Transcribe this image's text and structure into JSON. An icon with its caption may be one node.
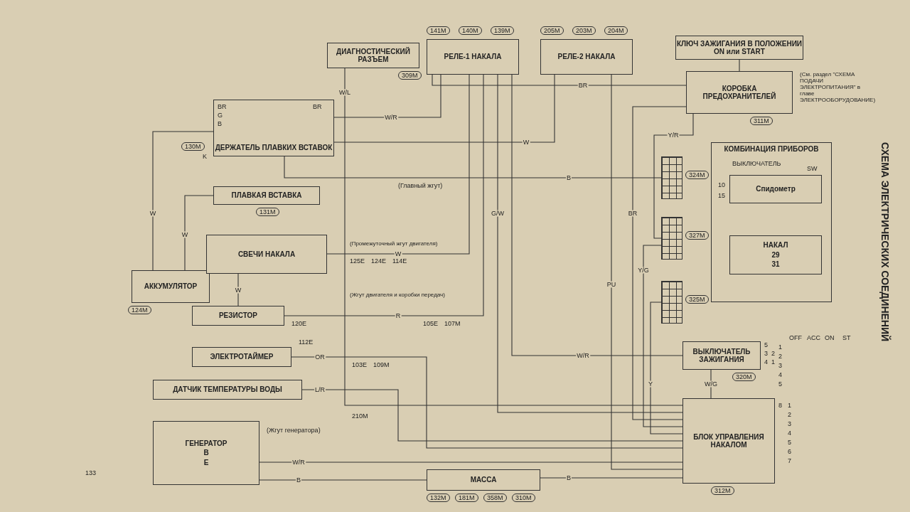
{
  "diagram": {
    "title": "СХЕМА ЭЛЕКТРИЧЕСКИХ СОЕДИНЕНИЙ",
    "nodes": [
      {
        "text": [
          "ДИАГНОСТИЧЕСКИЙ РАЗЪЕМ"
        ],
        "beside": [
          "309M"
        ]
      },
      {
        "text": [
          "РЕЛЕ-1 НАКАЛА"
        ],
        "beside": [
          "141M",
          "140M",
          "139M"
        ]
      },
      {
        "text": [
          "РЕЛЕ-2 НАКАЛА"
        ],
        "beside": [
          "205M",
          "203M",
          "204M"
        ]
      },
      {
        "text": [
          "КЛЮЧ ЗАЖИГАНИЯ В ПОЛОЖЕНИИ ON или START"
        ]
      },
      {
        "text": [
          "КОРОБКА ПРЕДОХРАНИТЕЛЕЙ"
        ],
        "beside": [
          "311M"
        ]
      },
      {
        "text": [
          "ДЕРЖАТЕЛЬ ПЛАВКИХ ВСТАВОК"
        ],
        "beside": [
          "130M"
        ]
      },
      {
        "text": [
          "ПЛАВКАЯ ВСТАВКА"
        ],
        "beside": [
          "131M"
        ]
      },
      {
        "text": [
          "АККУМУЛЯТОР"
        ],
        "beside": [
          "124M"
        ]
      },
      {
        "text": [
          "СВЕЧИ НАКАЛА"
        ]
      },
      {
        "text": [
          "РЕЗИСТОР"
        ]
      },
      {
        "text": [
          "ЭЛЕКТРОТАЙМЕР"
        ]
      },
      {
        "text": [
          "ДАТЧИК ТЕМПЕРАТУРЫ ВОДЫ"
        ]
      },
      {
        "text": [
          "ГЕНЕРАТОР",
          "B",
          "E"
        ]
      },
      {
        "text": [
          "КОМБИНАЦИЯ ПРИБОРОВ"
        ]
      },
      {
        "text": [
          "Спидометр"
        ],
        "in": 13
      },
      {
        "text": [
          "НАКАЛ",
          "29",
          "31"
        ],
        "in": 13
      },
      {
        "text": [],
        "shape": "box",
        "beside": [
          "324M"
        ]
      },
      {
        "text": [],
        "shape": "box",
        "beside": [
          "327M"
        ]
      },
      {
        "text": [],
        "shape": "box",
        "beside": [
          "325M"
        ]
      },
      {
        "text": [
          "ВЫКЛЮЧАТЕЛЬ ЗАЖИГАНИЯ"
        ],
        "beside": [
          "320M"
        ]
      },
      {
        "text": [
          "БЛОК УПРАВЛЕНИЯ НАКАЛОМ"
        ],
        "beside": [
          "312M"
        ]
      },
      {
        "text": [
          "МАССА"
        ],
        "beside": [
          "132M",
          "181M",
          "358M",
          "310M"
        ]
      }
    ],
    "edges": [
      {
        "from": 0,
        "to": 20,
        "arrow": "none",
        "label": "W/L"
      },
      {
        "from": 1,
        "to": 20,
        "arrow": "none",
        "label": "G/W"
      },
      {
        "from": 19,
        "to": 20,
        "arrow": "none",
        "label": "W/G"
      },
      {
        "from": 12,
        "to": 20,
        "arrow": "none",
        "label": "W/R"
      },
      {
        "from": 17,
        "to": 20,
        "arrow": "none",
        "label": "Y/G"
      },
      {
        "from": 21,
        "to": 20,
        "arrow": "none",
        "label": "B"
      },
      {
        "from": 11,
        "to": 20,
        "arrow": "none",
        "label": "L/R"
      },
      {
        "from": 18,
        "to": 20,
        "arrow": "none",
        "label": "Y"
      },
      {
        "from": 4,
        "to": 20,
        "arrow": "none",
        "label": "BR"
      },
      {
        "from": 10,
        "to": 20,
        "arrow": "none",
        "label": "OR"
      },
      {
        "from": 2,
        "to": 20,
        "arrow": "none",
        "label": "PU"
      },
      {
        "from": 7,
        "to": 5,
        "arrow": "none",
        "label": "W"
      },
      {
        "from": 7,
        "to": 6,
        "arrow": "none",
        "label": "W"
      },
      {
        "from": 5,
        "to": 1,
        "arrow": "none",
        "label": "W/R"
      },
      {
        "from": 5,
        "to": 2,
        "arrow": "none",
        "label": "W"
      },
      {
        "from": 4,
        "to": 1,
        "arrow": "none",
        "label": "BR"
      },
      {
        "from": 4,
        "to": 17,
        "arrow": "none",
        "label": "Y/R"
      },
      {
        "from": 5,
        "to": 16,
        "arrow": "none",
        "label": "B"
      },
      {
        "from": 8,
        "to": 1,
        "arrow": "none",
        "label": "W"
      },
      {
        "from": 9,
        "to": 1,
        "arrow": "none",
        "label": "R"
      },
      {
        "from": 9,
        "to": 8,
        "arrow": "none",
        "label": "W"
      },
      {
        "from": 12,
        "to": 21,
        "arrow": "none",
        "label": "B"
      },
      {
        "from": 19,
        "to": 1,
        "arrow": "none",
        "label": "W/R"
      },
      {
        "from": 3,
        "to": 4,
        "arrow": "none"
      }
    ],
    "labels": [
      "(Главный жгут)",
      "(Промежуточный жгут двигателя)",
      "(Жгут двигателя и коробки передач)",
      "(Жгут генератора)",
      "(См. раздел \"СХЕМА ПОДАЧИ ЭЛЕКТРОПИТАНИЯ\" в главе ЭЛЕКТРООБОРУДОВАНИЕ)",
      "125E",
      "124E",
      "114E",
      "120E",
      "105E",
      "107M",
      "112E",
      "103E",
      "109M",
      "210M",
      "BR",
      "G",
      "B",
      "BR",
      "K",
      "OFF",
      "ACC",
      "ON",
      "ST",
      "1",
      "2",
      "3",
      "4",
      "5",
      "5",
      "3",
      "2",
      "4",
      "1",
      "8",
      "1",
      "2",
      "3",
      "4",
      "5",
      "6",
      "7",
      "ВЫКЛЮЧАТЕЛЬ",
      "SW",
      "10",
      "15",
      "133"
    ]
  }
}
